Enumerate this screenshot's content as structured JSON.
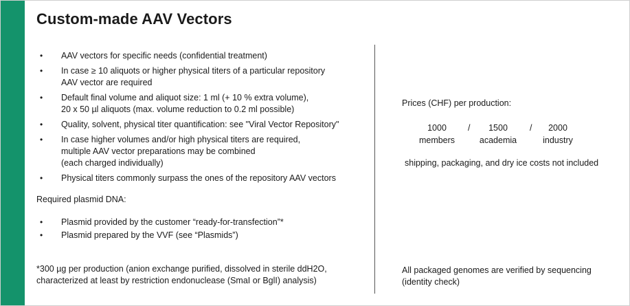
{
  "title": "Custom-made AAV Vectors",
  "colors": {
    "accent": "#14936b",
    "text": "#1a1a1a",
    "divider": "#555555"
  },
  "bullet_glyph": "•",
  "bullets": [
    "AAV vectors for specific needs (confidential treatment)",
    "In case ≥ 10 aliquots or higher physical titers of a particular repository\nAAV vector are required",
    "Default final volume and aliquot size: 1 ml (+ 10 % extra volume),\n20 x 50 µl aliquots (max. volume reduction to 0.2 ml possible)",
    "Quality, solvent, physical titer quantification: see \"Viral Vector Repository\"",
    "In case higher volumes and/or high physical titers are required,\nmultiple AAV vector preparations may be combined\n(each charged individually)",
    "Physical titers commonly surpass the ones of the repository AAV vectors"
  ],
  "plasmid": {
    "heading": "Required plasmid DNA:",
    "items": [
      "Plasmid provided by the customer “ready-for-transfection”*",
      "Plasmid prepared by the VVF (see “Plasmids”)"
    ]
  },
  "footnote": "*300 µg per production (anion exchange purified, dissolved in sterile ddH2O,\ncharacterized at least by restriction endonuclease (SmaI or BglI) analysis)",
  "prices": {
    "label": "Prices (CHF) per production:",
    "separator": "/",
    "tiers": [
      {
        "price": "1000",
        "group": "members"
      },
      {
        "price": "1500",
        "group": "academia"
      },
      {
        "price": "2000",
        "group": "industry"
      }
    ],
    "shipping_note": "shipping, packaging, and dry ice costs not included"
  },
  "verification_note": "All packaged genomes are verified by sequencing\n(identity check)"
}
